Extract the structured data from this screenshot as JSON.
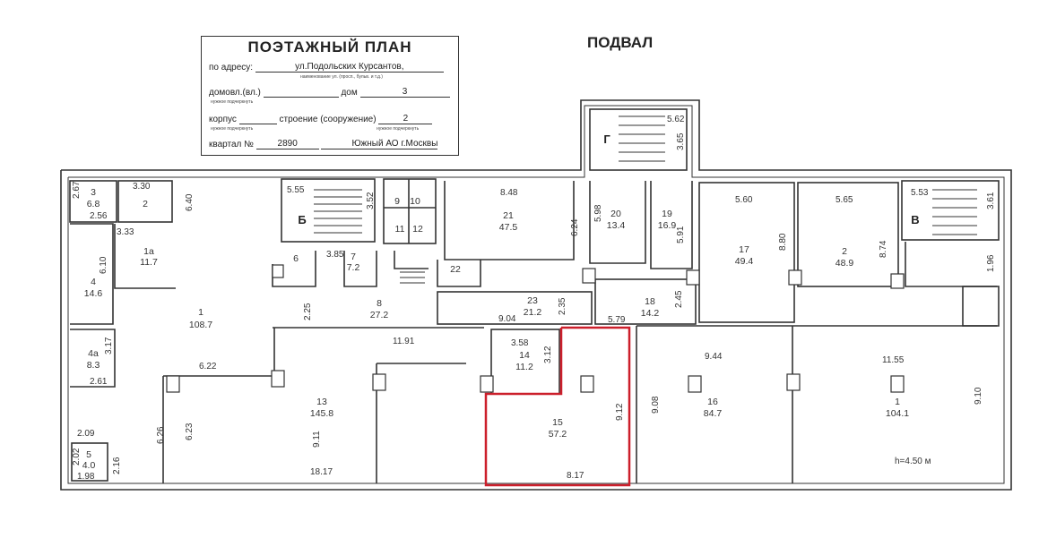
{
  "stamp": {
    "title": "ПОЭТАЖНЫЙ ПЛАН",
    "address_label": "по адресу:",
    "address_value": "ул.Подольских Курсантов,",
    "address_hint": "наименование ул. (просп., бульв. и т.д.)",
    "domovl_label": "домовл.(вл.)",
    "dom_label": "дом",
    "dom_value": "3",
    "hint1": "нужное подчеркнуть",
    "korpus_label": "корпус",
    "stroenie_label": "строение (сооружение)",
    "stroenie_value": "2",
    "hint2": "нужное подчеркнуть",
    "hint3": "нужное подчеркнуть",
    "kvartal_label": "квартал №",
    "kvartal_value": "2890",
    "district": "Южный АО г.Москвы"
  },
  "floor_label": "ПОДВАЛ",
  "height_note": "h=4.50 м",
  "colors": {
    "walls": "#333333",
    "highlight": "#cc1f2b",
    "text": "#333333"
  },
  "rooms": [
    {
      "id": "3",
      "area": "6.8"
    },
    {
      "id": "2",
      "area": ""
    },
    {
      "id": "1а",
      "area": "11.7"
    },
    {
      "id": "4",
      "area": "14.6"
    },
    {
      "id": "4а",
      "area": "8.3"
    },
    {
      "id": "1",
      "area": "108.7"
    },
    {
      "id": "5",
      "area": "4.0"
    },
    {
      "id": "Б",
      "area": ""
    },
    {
      "id": "6",
      "area": ""
    },
    {
      "id": "7",
      "area": "7.2"
    },
    {
      "id": "9",
      "area": ""
    },
    {
      "id": "10",
      "area": ""
    },
    {
      "id": "11",
      "area": ""
    },
    {
      "id": "12",
      "area": ""
    },
    {
      "id": "22",
      "area": ""
    },
    {
      "id": "8",
      "area": "27.2"
    },
    {
      "id": "21",
      "area": "47.5"
    },
    {
      "id": "20",
      "area": "13.4"
    },
    {
      "id": "19",
      "area": "16.9"
    },
    {
      "id": "Г",
      "area": ""
    },
    {
      "id": "23",
      "area": "21.2"
    },
    {
      "id": "18",
      "area": "14.2"
    },
    {
      "id": "17",
      "area": "49.4"
    },
    {
      "id": "2",
      "area": "48.9"
    },
    {
      "id": "В",
      "area": ""
    },
    {
      "id": "13",
      "area": "145.8"
    },
    {
      "id": "14",
      "area": "11.2"
    },
    {
      "id": "15",
      "area": "57.2"
    },
    {
      "id": "16",
      "area": "84.7"
    },
    {
      "id": "1",
      "area": "104.1"
    }
  ],
  "dimensions": [
    "2.67",
    "3.30",
    "2.56",
    "6.40",
    "3.33",
    "6.10",
    "3.17",
    "2.61",
    "2.09",
    "2.02",
    "2.16",
    "1.98",
    "6.22",
    "6.26",
    "6.23",
    "9.11",
    "18.17",
    "5.55",
    "3.52",
    "3.85",
    "2.25",
    "11.91",
    "9.04",
    "3.58",
    "3.12",
    "2.35",
    "5.79",
    "8.48",
    "6.24",
    "5.98",
    "5.91",
    "2.45",
    "5.62",
    "3.65",
    "9.08",
    "9.12",
    "8.17",
    "9.44",
    "5.60",
    "8.80",
    "5.65",
    "8.74",
    "5.53",
    "3.61",
    "1.96",
    "11.55",
    "9.10"
  ]
}
